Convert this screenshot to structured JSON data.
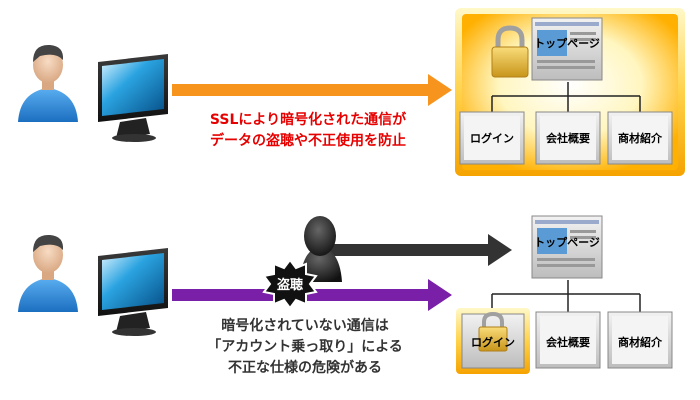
{
  "diagram": {
    "top": {
      "caption_line1": "SSLにより暗号化された通信が",
      "caption_line2": "データの盗聴や不正使用を防止",
      "caption_color": "#e60000",
      "arrow_color": "#f7941d",
      "nodes": {
        "top_page": "トップページ",
        "login": "ログイン",
        "company": "会社概要",
        "products": "商材紹介"
      }
    },
    "bottom": {
      "caption_line1": "暗号化されていない通信は",
      "caption_line2": "「アカウント乗っ取り」による",
      "caption_line3": "不正な仕様の危険がある",
      "caption_color": "#333333",
      "arrow_color": "#7a1fa8",
      "attacker_arrow_color": "#333333",
      "badge": "盗聴",
      "nodes": {
        "top_page": "トップページ",
        "login": "ログイン",
        "company": "会社概要",
        "products": "商材紹介"
      }
    }
  }
}
